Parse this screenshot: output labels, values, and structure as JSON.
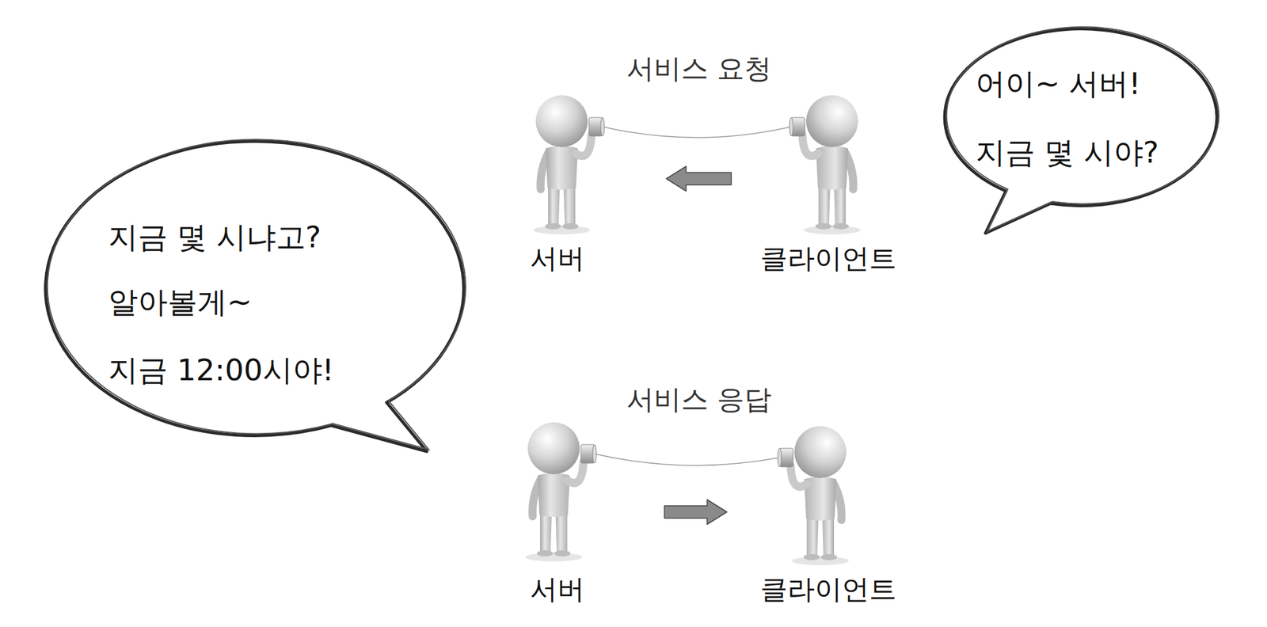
{
  "diagram": {
    "nodes": [
      {
        "text": [
          "어이~ 서버!",
          "지금 몇 시야?"
        ]
      },
      {
        "text": [
          "서버"
        ]
      },
      {
        "text": [
          "클라이언트"
        ]
      },
      {
        "text": [
          "지금 몇 시냐고?",
          "알아볼게~",
          "지금 12:00시야!"
        ]
      },
      {
        "text": [
          "서버"
        ]
      },
      {
        "text": [
          "클라이언트"
        ]
      }
    ],
    "edges": [
      {
        "from": 2,
        "to": 1,
        "arrow": "to"
      },
      {
        "from": 4,
        "to": 5,
        "arrow": "to"
      }
    ],
    "labels": [
      "서비스 요청",
      "서비스 응답"
    ]
  }
}
